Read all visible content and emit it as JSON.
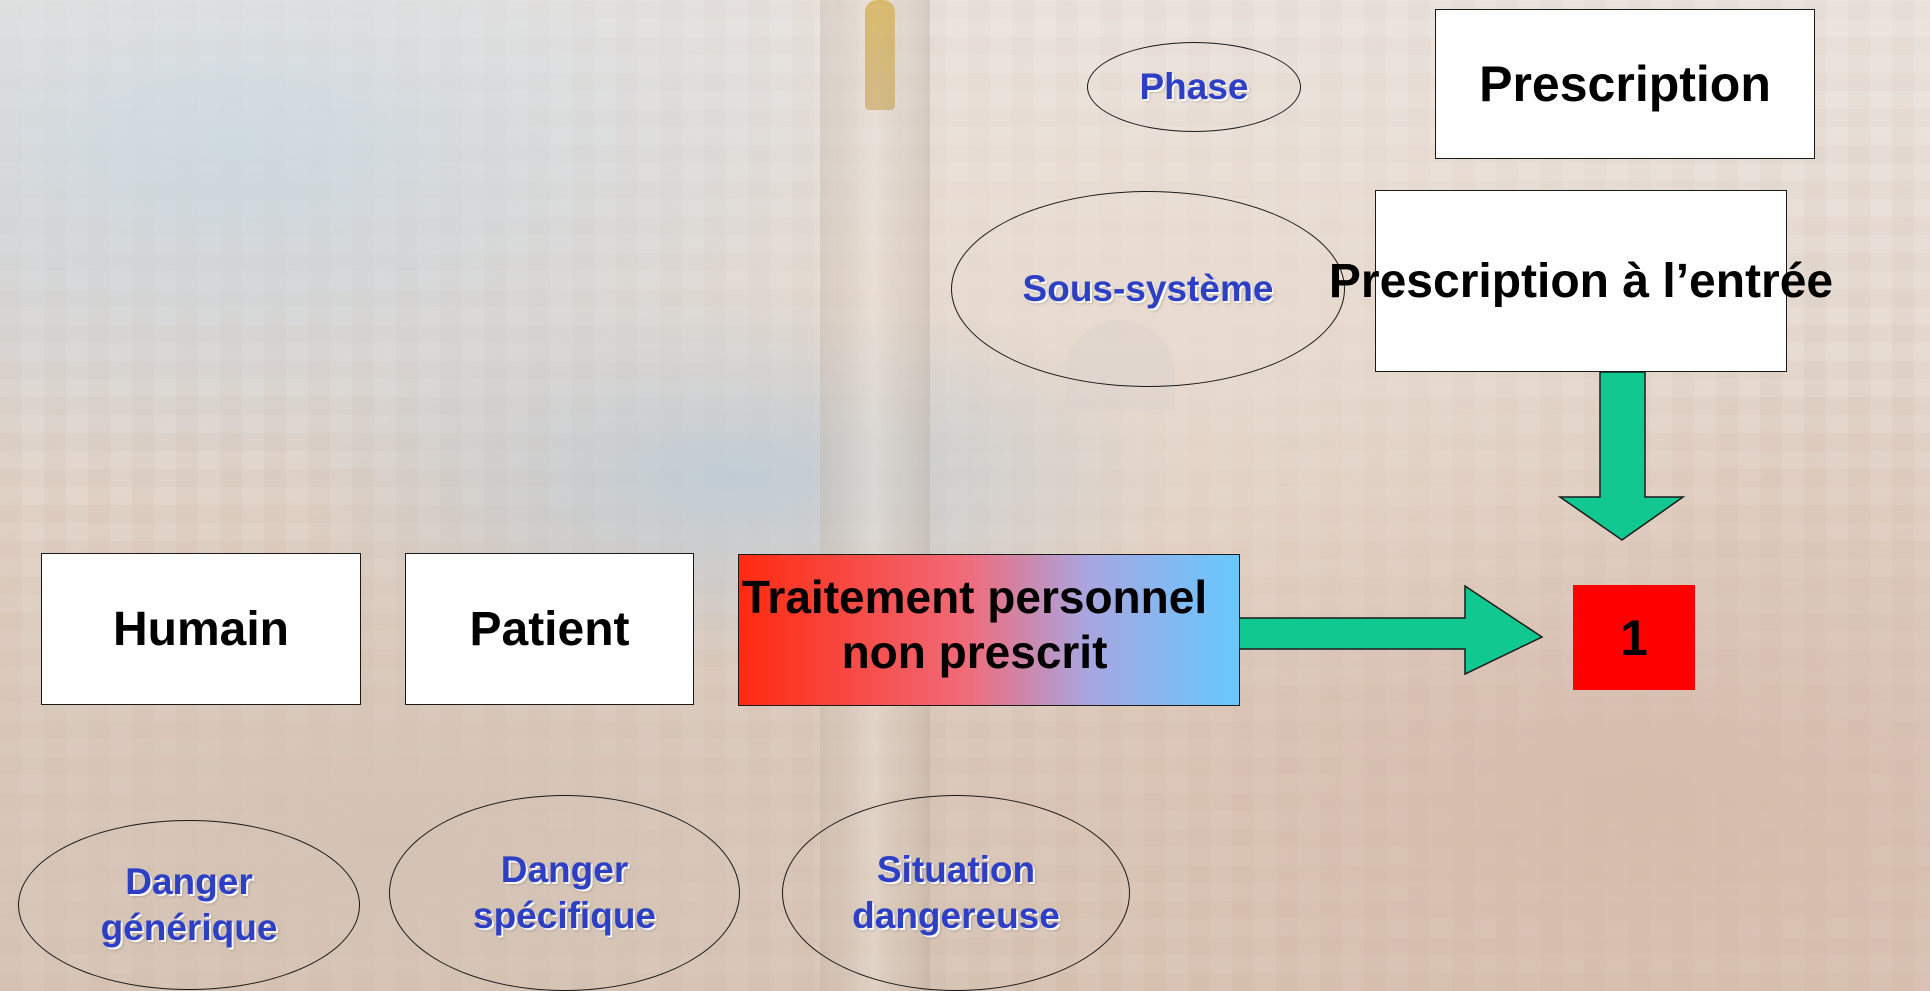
{
  "diagram": {
    "labels": {
      "phase": "Phase",
      "sous_systeme": "Sous-système",
      "danger_generique": "Danger générique",
      "danger_specifique": "Danger spécifique",
      "situation_dangereuse": "Situation dangereuse"
    },
    "boxes": {
      "prescription": "Prescription",
      "prescription_entree": "Prescription à l’entrée",
      "humain": "Humain",
      "patient": "Patient",
      "traitement": "Traitement personnel non prescrit",
      "result_number": "1"
    },
    "colors": {
      "label_text": "#2d3fc4",
      "arrow_fill": "#10c890",
      "result_fill": "#ff0000",
      "gradient_start": "#ff2a10",
      "gradient_end": "#66c8ff"
    }
  }
}
